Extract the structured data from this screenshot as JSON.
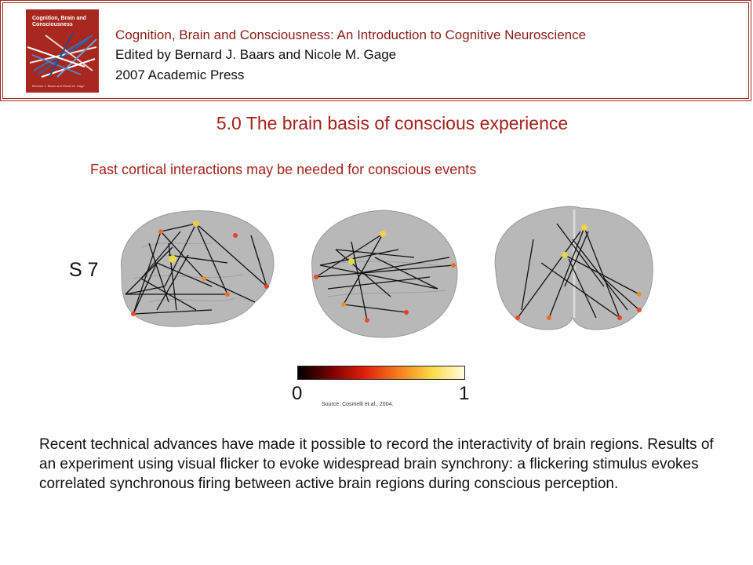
{
  "header": {
    "line1": "Cognition, Brain and Consciousness: An Introduction to Cognitive Neuroscience",
    "line2": "Edited by Bernard J. Baars and Nicole M. Gage",
    "line3": "2007 Academic Press",
    "cover": {
      "title": "Cognition, Brain and Consciousness",
      "subtitle": "An Introduction to Cognitive Neuroscience",
      "authors": "Bernard J. Baars and Nicole M. Gage"
    }
  },
  "section_title": "5.0 The brain basis of conscious experience",
  "subtitle": "Fast cortical interactions may be needed for conscious events",
  "figure": {
    "subject_label": "S 7",
    "colorbar_min": "0",
    "colorbar_max": "1",
    "source": "Source: Cosmelli et al., 2004."
  },
  "body_text": "Recent technical advances have made it possible to record the interactivity of brain regions. Results of an experiment using visual flicker to evoke widespread brain synchrony: a flickering stimulus evokes correlated synchronous firing between active brain regions during conscious perception.",
  "colors": {
    "accent": "#a3221b",
    "border": "#9b2a22",
    "brain": "#b5b5b5",
    "colormap": [
      "#000000",
      "#7a0000",
      "#e0200a",
      "#f57b1e",
      "#fbd844",
      "#fffde0"
    ]
  }
}
